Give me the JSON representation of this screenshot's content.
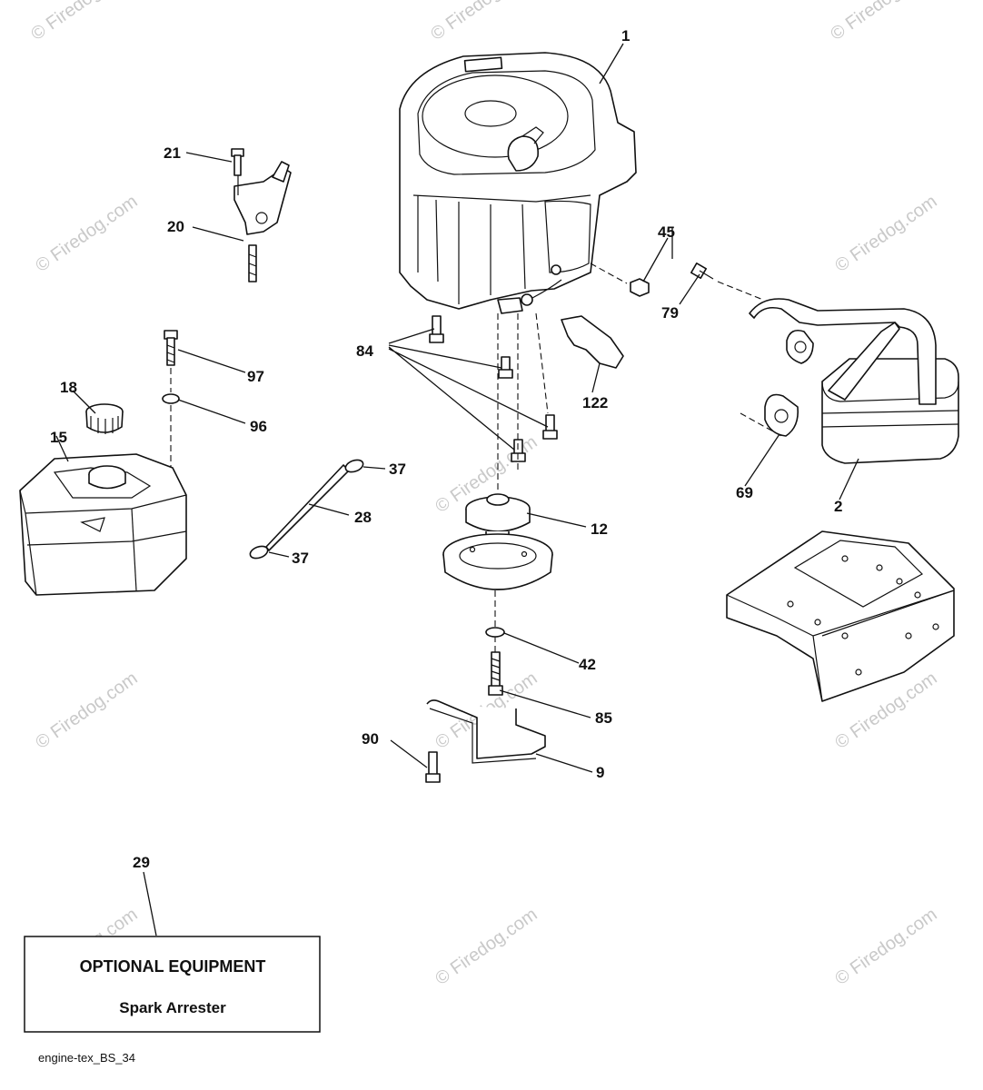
{
  "watermark": "© Firedog.com",
  "callouts": {
    "p1": "1",
    "p2": "2",
    "p9": "9",
    "p12": "12",
    "p15": "15",
    "p18": "18",
    "p20": "20",
    "p21": "21",
    "p28": "28",
    "p29": "29",
    "p37a": "37",
    "p37b": "37",
    "p42": "42",
    "p45": "45",
    "p69": "69",
    "p79": "79",
    "p84": "84",
    "p85": "85",
    "p90": "90",
    "p96": "96",
    "p97": "97",
    "p122": "122"
  },
  "optional_box": {
    "title": "OPTIONAL EQUIPMENT",
    "subtitle": "Spark Arrester"
  },
  "caption": "engine-tex_BS_34"
}
